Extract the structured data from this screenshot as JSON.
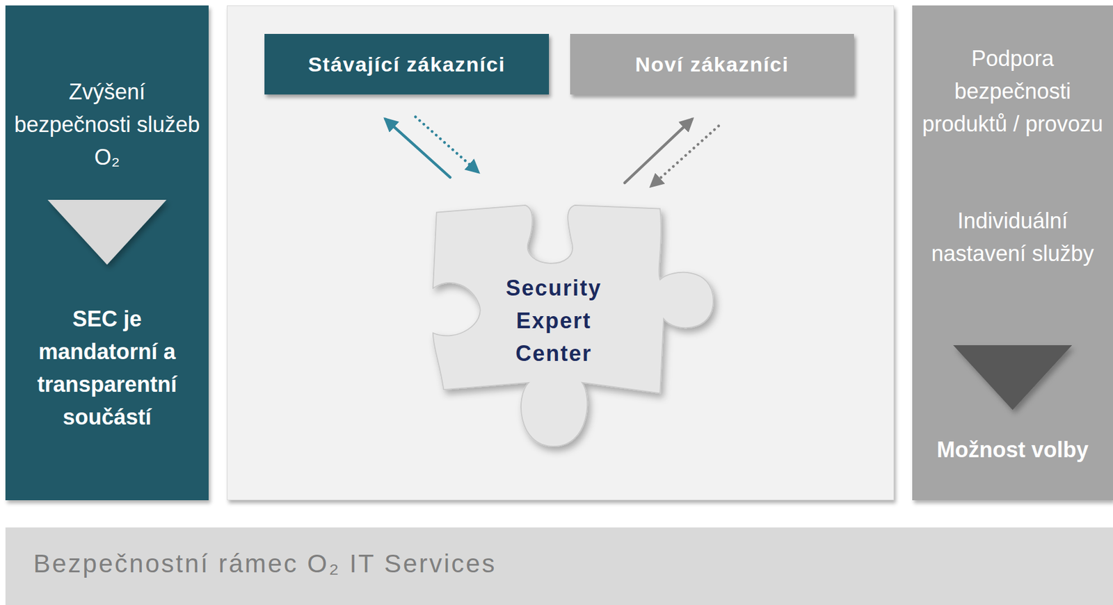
{
  "diagram": {
    "nodes": [
      {
        "text": [
          "Zvýšení bezpečnosti služeb O₂",
          "SEC je mandatorní a transparentní součástí"
        ]
      },
      {
        "text": [
          "Stávající zákazníci"
        ]
      },
      {
        "text": [
          "Noví zákazníci"
        ]
      },
      {
        "text": [
          "Security Expert Center"
        ]
      },
      {
        "text": [
          "Podpora bezpečnosti produktů / provozu",
          "Individuální nastavení služby",
          "Možnost volby"
        ]
      },
      {
        "text": [
          "Bezpečnostní rámec O₂ IT Services"
        ]
      }
    ],
    "edges": [
      {
        "from": 3,
        "to": 1,
        "arrow": "to"
      },
      {
        "from": 1,
        "to": 3,
        "arrow": "to"
      },
      {
        "from": 3,
        "to": 2,
        "arrow": "to"
      },
      {
        "from": 2,
        "to": 3,
        "arrow": "to"
      }
    ]
  }
}
